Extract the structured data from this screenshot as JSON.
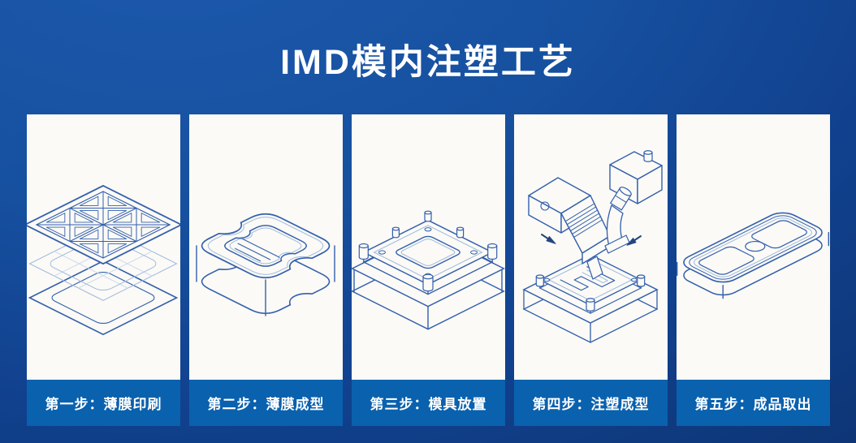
{
  "title": "IMD模内注塑工艺",
  "colors": {
    "background_top": "#1d59ae",
    "background_bottom": "#0d336d",
    "card_background": "#fbfaf6",
    "label_bar": "#0a61ae",
    "line_main": "#335fad",
    "line_light": "#9fb9de",
    "line_faint": "#ccd9ee",
    "arrow": "#24457f",
    "text": "#ffffff"
  },
  "steps": [
    {
      "label": "第一步：薄膜印刷",
      "illustration": "film-printing"
    },
    {
      "label": "第二步：薄膜成型",
      "illustration": "film-forming"
    },
    {
      "label": "第三步：模具放置",
      "illustration": "mold-placement"
    },
    {
      "label": "第四步：注塑成型",
      "illustration": "injection-molding"
    },
    {
      "label": "第五步：成品取出",
      "illustration": "product-removal"
    }
  ]
}
